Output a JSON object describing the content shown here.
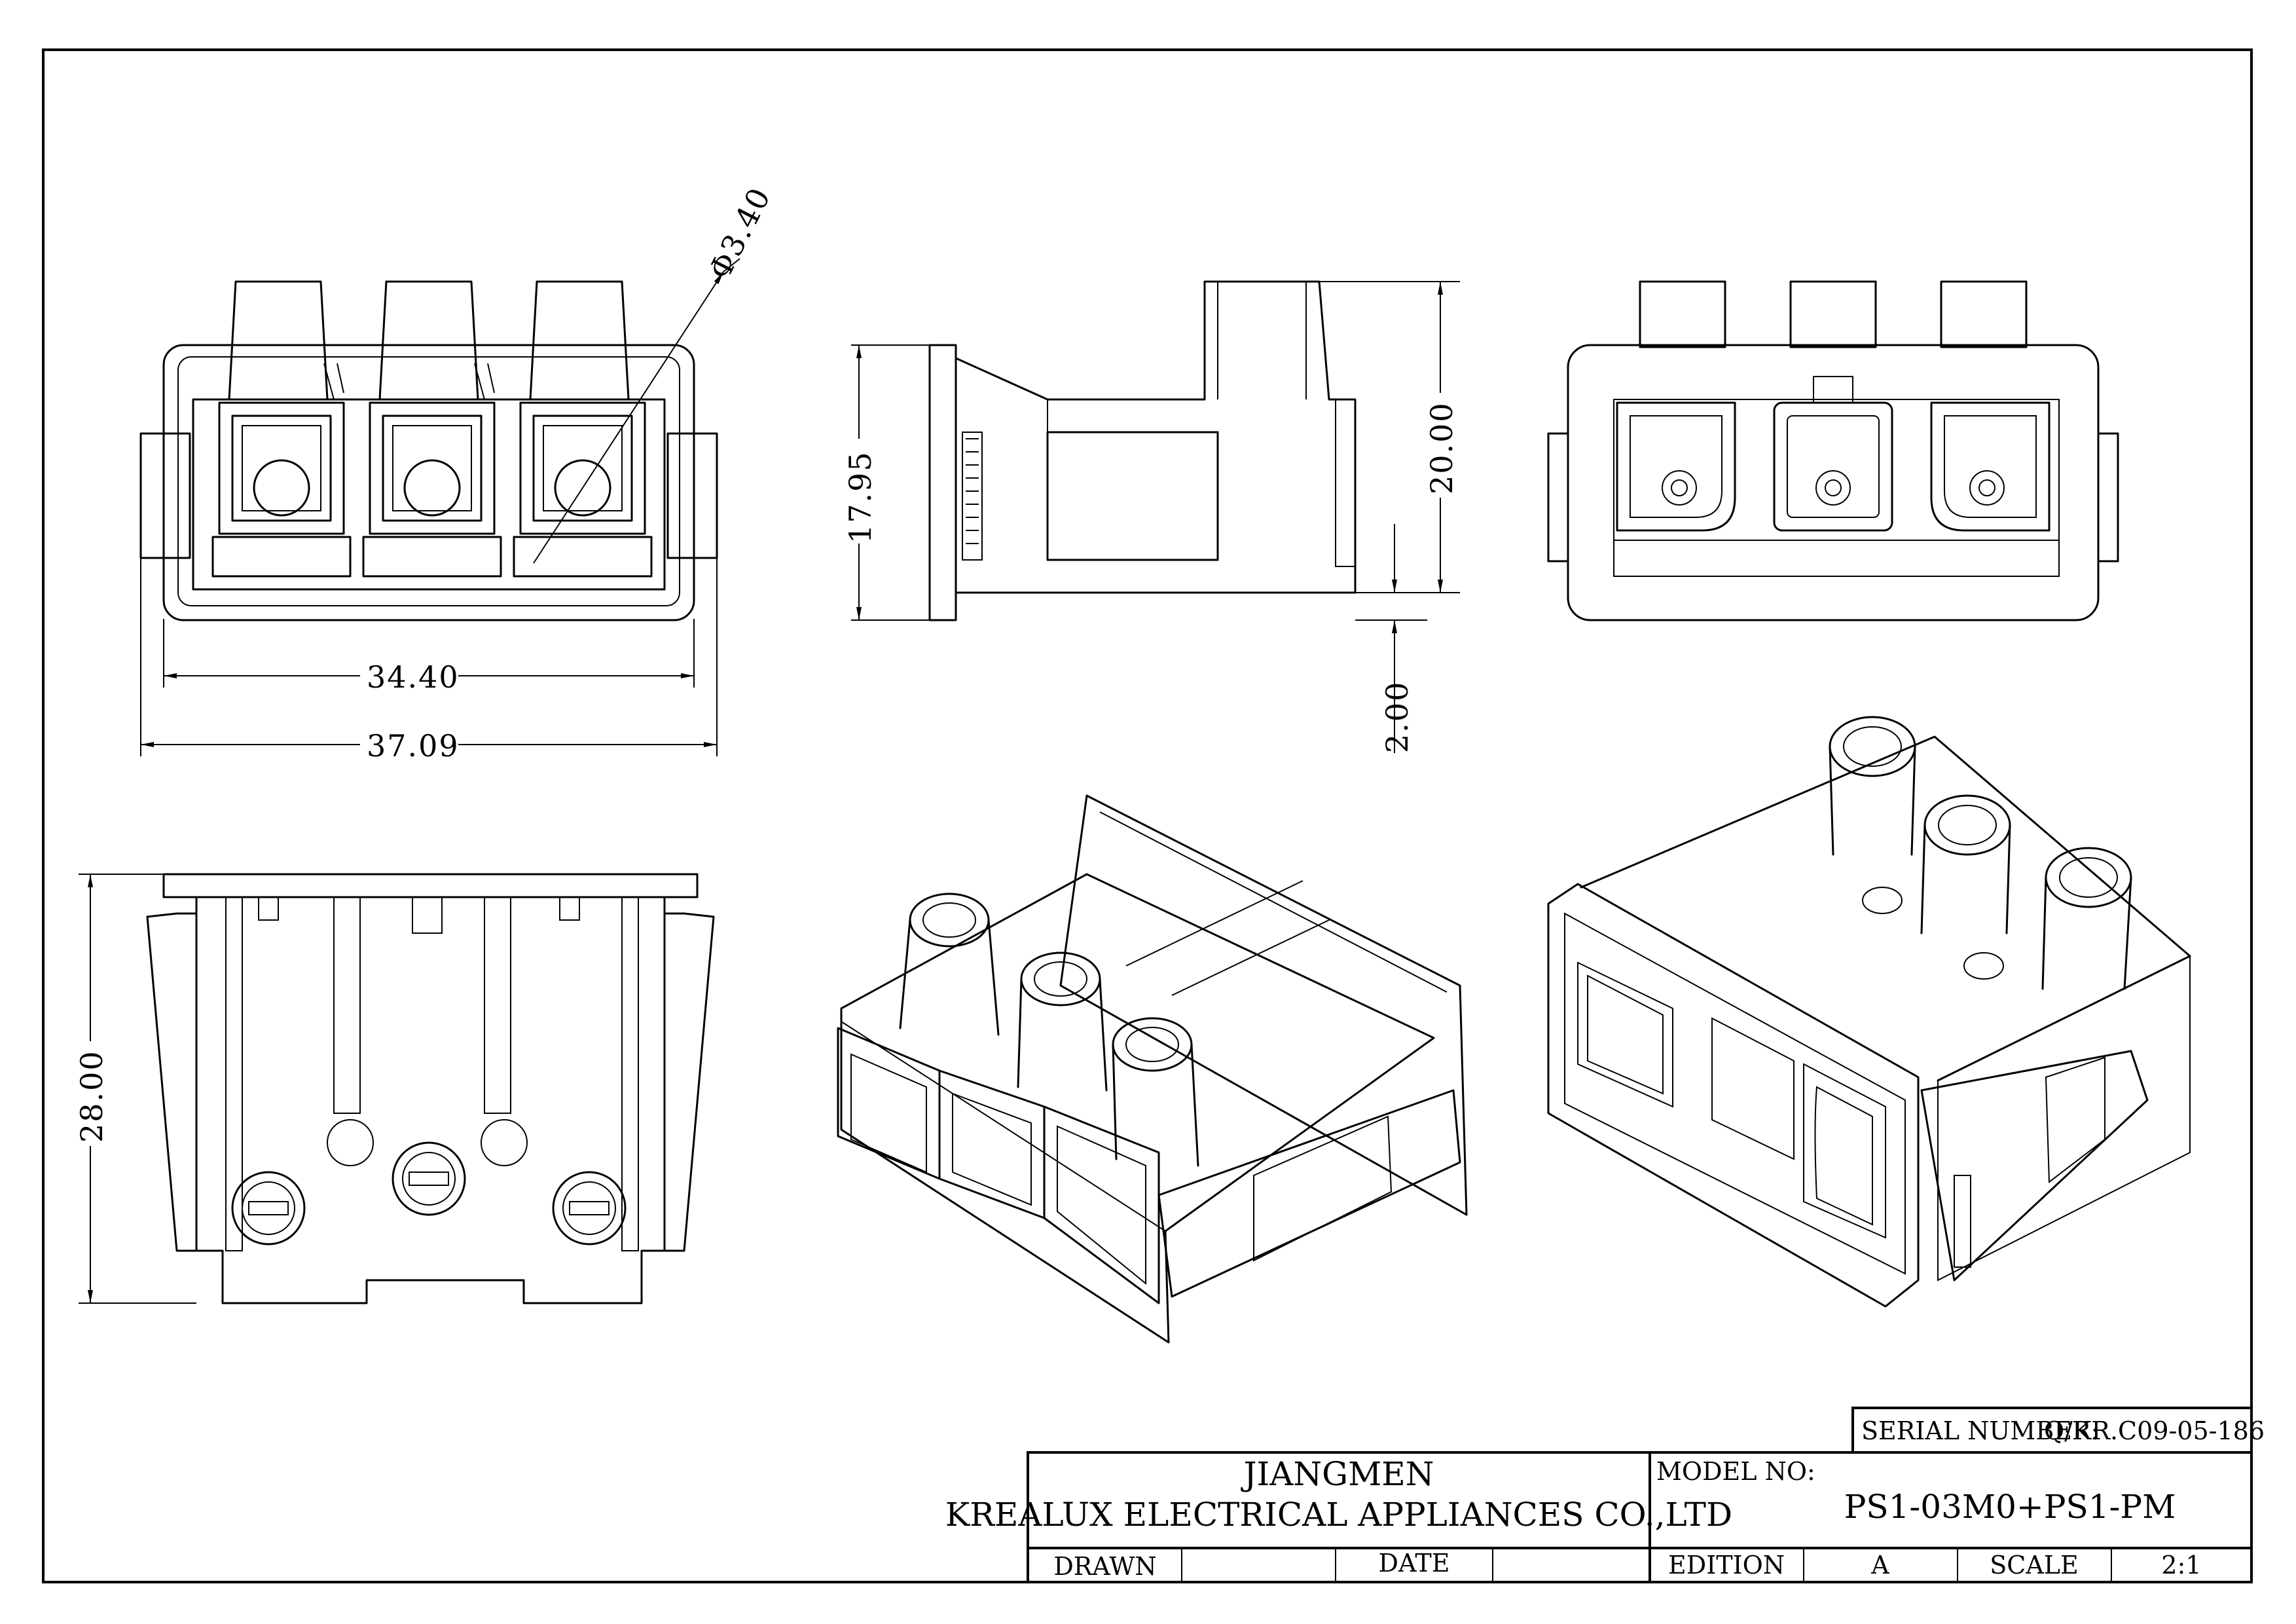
{
  "dimensions": {
    "diameter": "Φ3.40",
    "width_inner": "34.40",
    "width_outer": "37.09",
    "side_height": "17.95",
    "total_height": "20.00",
    "offset": "2.00",
    "depth": "28.00"
  },
  "title_block": {
    "serial_label": "SERIAL NUMBER:",
    "serial_value": "Q/KR.C09-05-186",
    "company_line1": "JIANGMEN",
    "company_line2": "KREALUX ELECTRICAL APPLIANCES CO.,LTD",
    "model_label": "MODEL NO:",
    "model_value": "PS1-03M0+PS1-PM",
    "drawn_label": "DRAWN",
    "drawn_value": "",
    "date_label": "DATE",
    "date_value": "",
    "edition_label": "EDITION",
    "edition_value": "A",
    "scale_label": "SCALE",
    "scale_value": "2:1"
  }
}
